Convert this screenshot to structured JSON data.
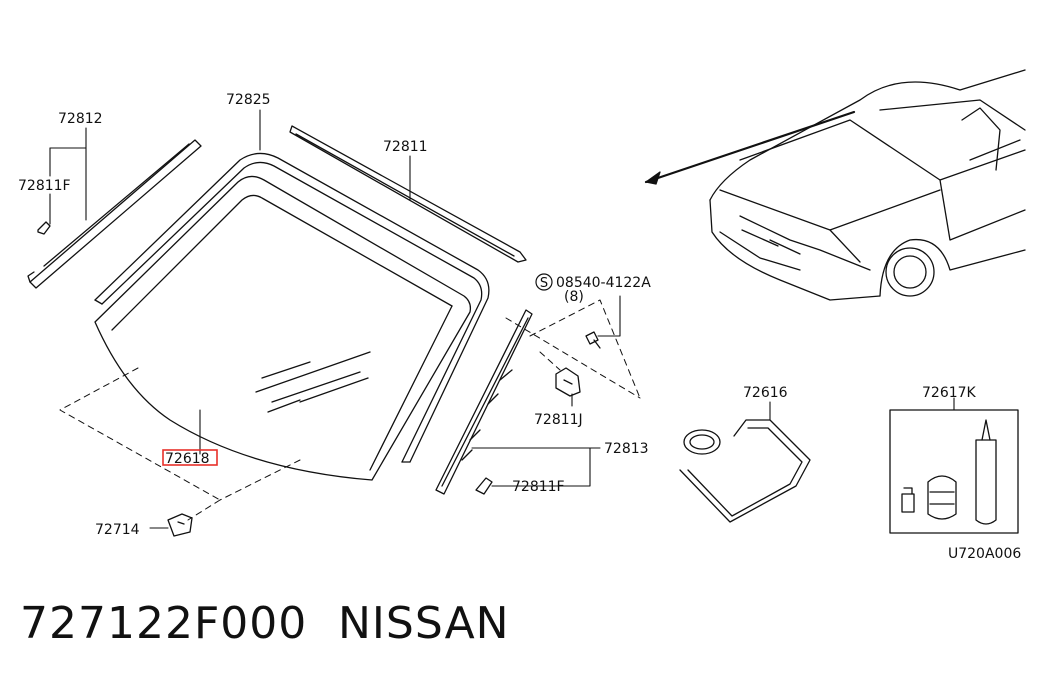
{
  "diagram": {
    "part_labels": [
      {
        "id": "p72825",
        "text": "72825"
      },
      {
        "id": "p72812",
        "text": "72812"
      },
      {
        "id": "p72811F_left",
        "text": "72811F"
      },
      {
        "id": "p72811",
        "text": "72811"
      },
      {
        "id": "p08540",
        "text": "08540-4122A"
      },
      {
        "id": "p08540_qty",
        "text": "(8)"
      },
      {
        "id": "p72811J",
        "text": "72811J"
      },
      {
        "id": "p72813",
        "text": "72813"
      },
      {
        "id": "p72811F_right",
        "text": "72811F"
      },
      {
        "id": "p72616",
        "text": "72616"
      },
      {
        "id": "p72617K",
        "text": "72617K"
      },
      {
        "id": "p72712",
        "text": "72618"
      },
      {
        "id": "p72714",
        "text": "72714"
      }
    ],
    "screw_symbol": "S",
    "drawing_code": "U720A006",
    "highlight_color": "#e8302a"
  },
  "footer": {
    "part_number": "727122F000",
    "brand": "NISSAN"
  }
}
